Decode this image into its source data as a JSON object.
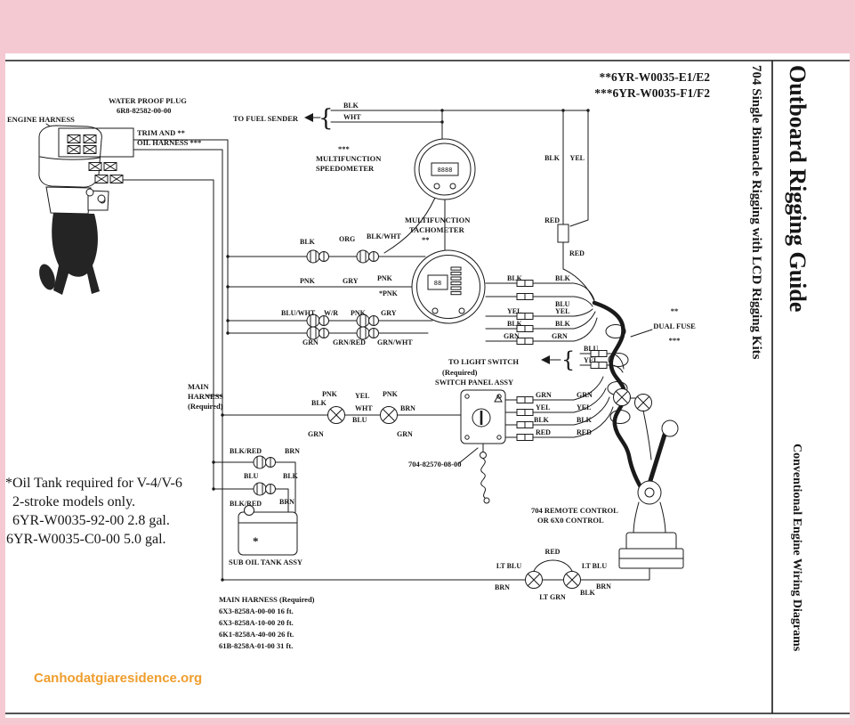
{
  "frame": {
    "part_numbers_line1": "**6YR-W0035-E1/E2",
    "part_numbers_line2": "***6YR-W0035-F1/F2",
    "watermark": "Canhodatgiaresidence.org",
    "brace": "{"
  },
  "sidebar": {
    "kit_title": "704 Single Binnacle Rigging with LCD Rigging Kits",
    "guide_title": "Outboard Rigging Guide",
    "section_title": "Conventional Engine Wiring Diagrams"
  },
  "labels": {
    "engine_harness": "ENGINE HARNESS",
    "water_proof_plug_1": "WATER PROOF PLUG",
    "water_proof_plug_2": "6R8-82582-00-00",
    "trim_oil_1": "TRIM AND **",
    "trim_oil_2": "OIL HARNESS ***",
    "to_fuel_sender": "TO FUEL SENDER",
    "speedo_stars": "***",
    "speedo_1": "MULTIFUNCTION",
    "speedo_2": "SPEEDOMETER",
    "tach_1": "MULTIFUNCTION",
    "tach_2": "TACHOMETER",
    "tach_stars": "**",
    "fuse_stars_1": "**",
    "dual_fuse": "DUAL FUSE",
    "fuse_stars_2": "***",
    "to_light_switch": "TO LIGHT SWITCH",
    "switch_required": "(Required)",
    "switch_panel": "SWITCH PANEL ASSY",
    "switch_pn": "704-82570-08-00",
    "main_1": "MAIN",
    "main_2": "HARNESS",
    "main_3": "(Required)",
    "remote_1": "704 REMOTE CONTROL",
    "remote_2": "OR 6X0 CONTROL",
    "sub_oil_tank": "SUB OIL TANK ASSY",
    "oil_star": "*"
  },
  "note": {
    "line1": "*Oil Tank required for V-4/V-6",
    "line2": "2-stroke models only.",
    "line3": "6YR-W0035-92-00 2.8 gal.",
    "line4": "6YR-W0035-C0-00 5.0 gal."
  },
  "harness_list": {
    "title": "MAIN HARNESS (Required)",
    "items": [
      "6X3-8258A-00-00 16 ft.",
      "6X3-8258A-10-00 20 ft.",
      "6K1-8258A-40-00 26 ft.",
      "61B-8258A-01-00 31 ft."
    ]
  },
  "wires": {
    "blk": "BLK",
    "wht": "WHT",
    "yel": "YEL",
    "red": "RED",
    "org": "ORG",
    "pnk": "PNK",
    "star_pnk": "*PNK",
    "gry": "GRY",
    "grn": "GRN",
    "blu": "BLU",
    "brn": "BRN",
    "blu_wht": "BLU/WHT",
    "blk_wht": "BLK/WHT",
    "wr": "W/R",
    "grn_red": "GRN/RED",
    "grn_wht": "GRN/WHT",
    "blk_red": "BLK/RED",
    "lt_blu": "LT BLU",
    "lt_grn": "LT GRN"
  },
  "gauges": {
    "speedo_lcd": "8888",
    "tach_lcd": "88"
  },
  "colors": {
    "page_border": "#f5c9d2",
    "ink": "#1a1a1a",
    "watermark": "#ef9e2e"
  }
}
